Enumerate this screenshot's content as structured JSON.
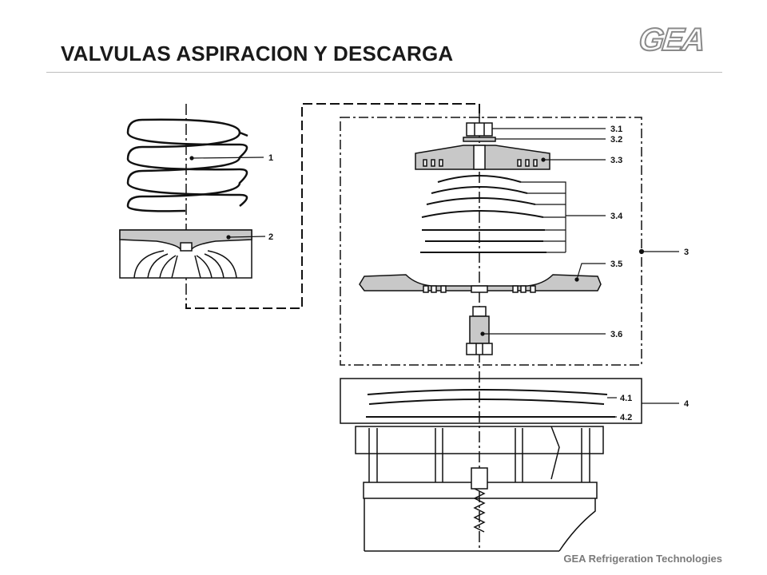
{
  "header": {
    "title": "VALVULAS ASPIRACION Y DESCARGA",
    "logo_text": "GEA"
  },
  "footer": {
    "text": "GEA Refrigeration Technologies"
  },
  "callouts": {
    "c1": "1",
    "c2": "2",
    "c3": "3",
    "c3_1": "3.1",
    "c3_2": "3.2",
    "c3_3": "3.3",
    "c3_4": "3.4",
    "c3_5": "3.5",
    "c3_6": "3.6",
    "c4": "4",
    "c4_1": "4.1",
    "c4_2": "4.2"
  },
  "colors": {
    "line": "#111111",
    "part_fill": "#c8c8c8",
    "rule": "#bdbdbd",
    "title": "#1a1a1a"
  }
}
